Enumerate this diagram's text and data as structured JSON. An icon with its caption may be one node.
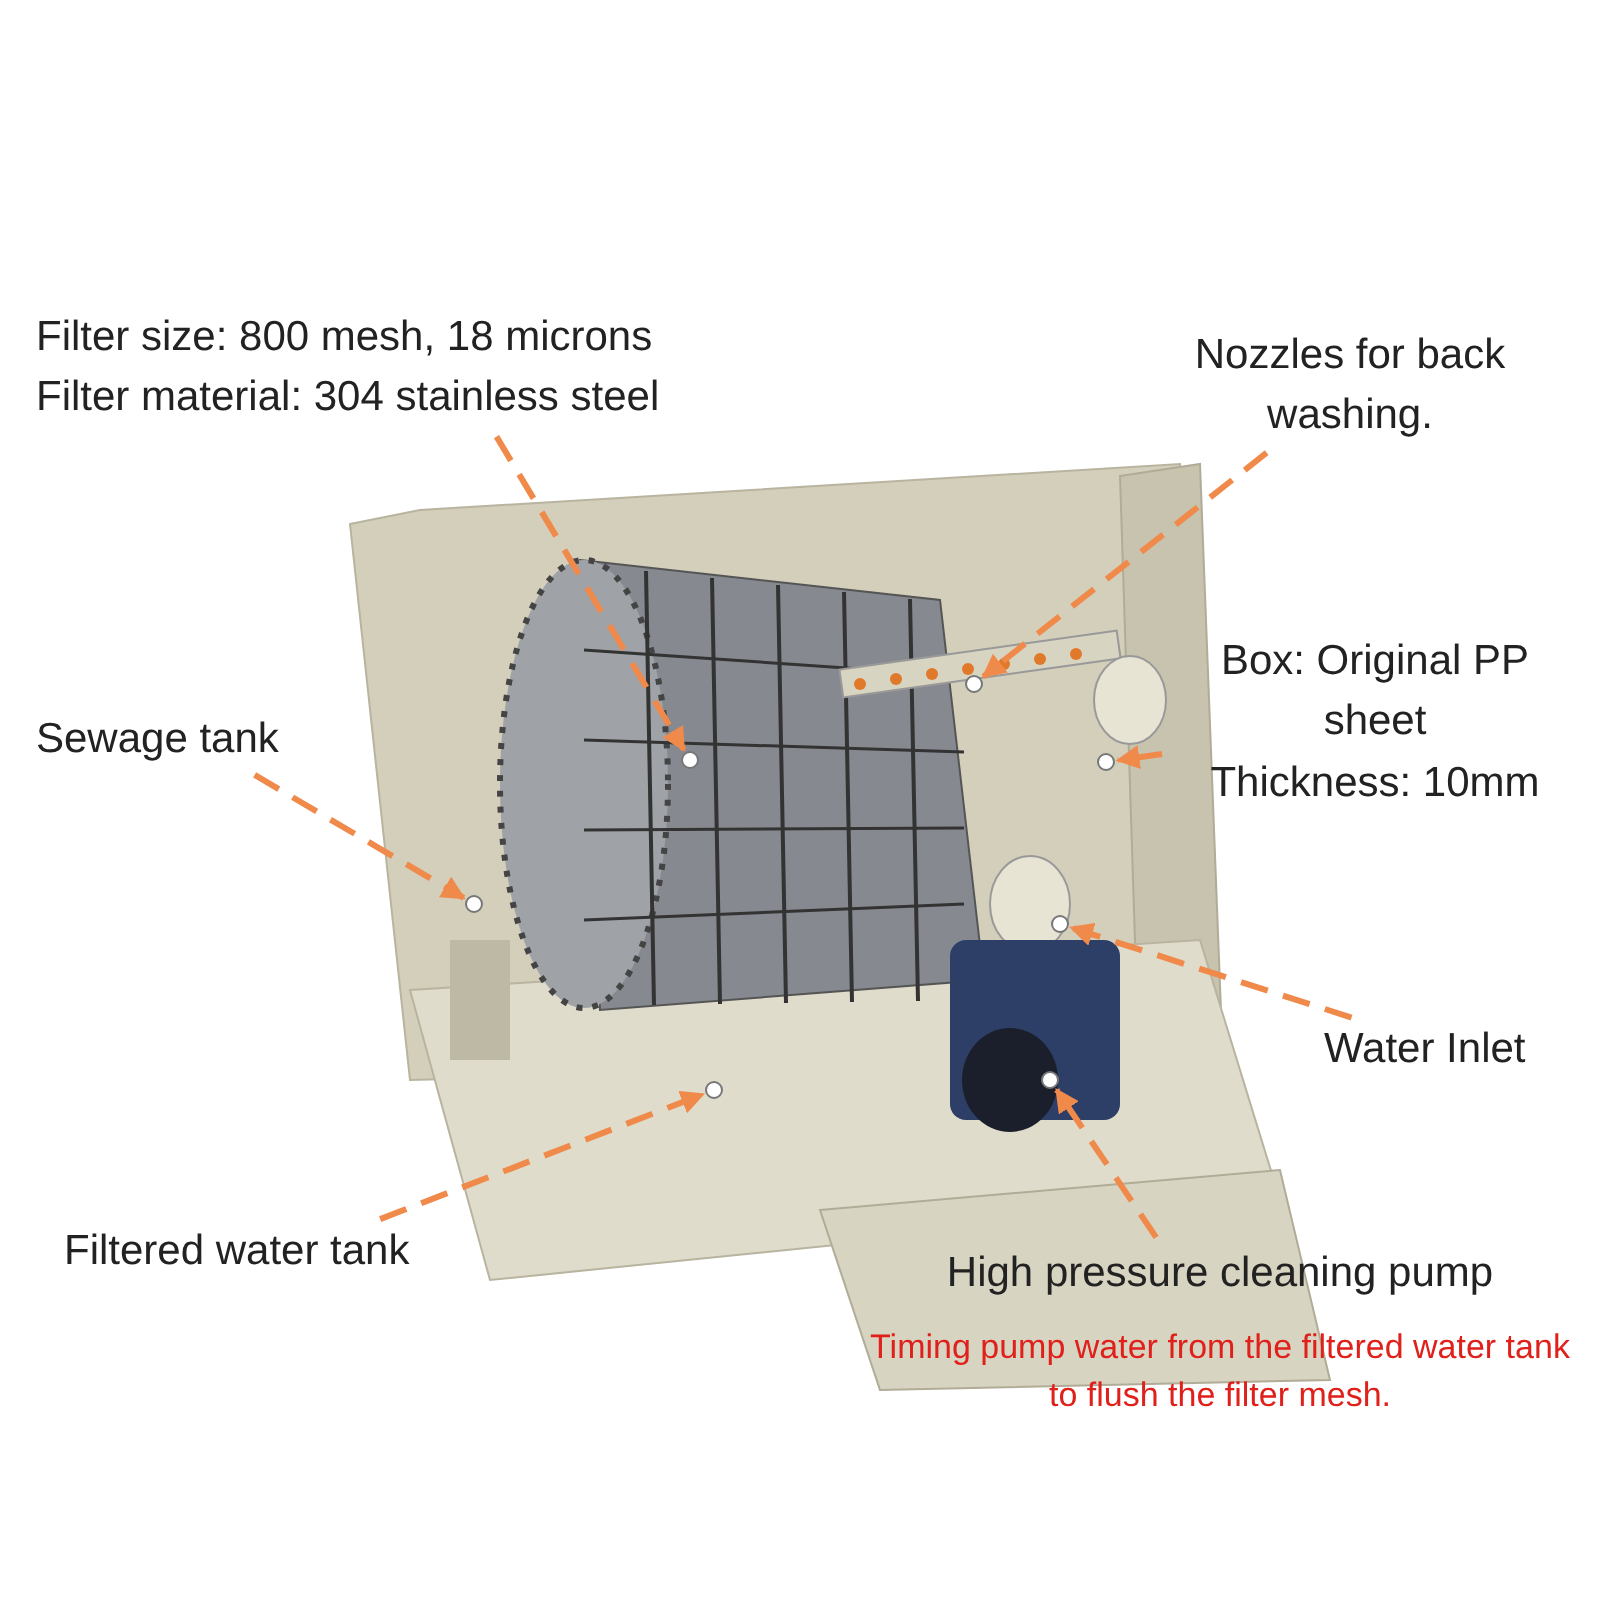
{
  "diagram": {
    "nodes": [
      {
        "text": [
          "Filter size: 800 mesh, 18 microns",
          "Filter material: 304 stainless steel"
        ]
      },
      {
        "text": [],
        "shape": "circle"
      },
      {
        "text": [
          "Nozzles for back washing."
        ]
      },
      {
        "text": [],
        "shape": "circle"
      },
      {
        "text": [
          "Sewage tank"
        ]
      },
      {
        "text": [],
        "shape": "circle"
      },
      {
        "text": [
          "Box: Original PP sheet",
          "Thickness: 10mm"
        ]
      },
      {
        "text": [],
        "shape": "circle"
      },
      {
        "text": [
          "Water Inlet"
        ]
      },
      {
        "text": [],
        "shape": "circle"
      },
      {
        "text": [
          "Filtered water tank"
        ]
      },
      {
        "text": [],
        "shape": "circle"
      },
      {
        "text": [
          "High pressure cleaning pump"
        ],
        "beside": [
          "Timing pump water from the filtered water tank to flush the filter mesh."
        ]
      },
      {
        "text": [],
        "shape": "circle"
      }
    ],
    "edges": [
      {
        "from": 0,
        "to": 1,
        "arrow": "to",
        "style": "dashed"
      },
      {
        "from": 2,
        "to": 3,
        "arrow": "to",
        "style": "dashed"
      },
      {
        "from": 4,
        "to": 5,
        "arrow": "to",
        "style": "dashed"
      },
      {
        "from": 6,
        "to": 7,
        "arrow": "to",
        "style": "dashed"
      },
      {
        "from": 8,
        "to": 9,
        "arrow": "to",
        "style": "dashed"
      },
      {
        "from": 10,
        "to": 11,
        "arrow": "to",
        "style": "dashed"
      },
      {
        "from": 12,
        "to": 13,
        "arrow": "to",
        "style": "dashed"
      }
    ]
  }
}
